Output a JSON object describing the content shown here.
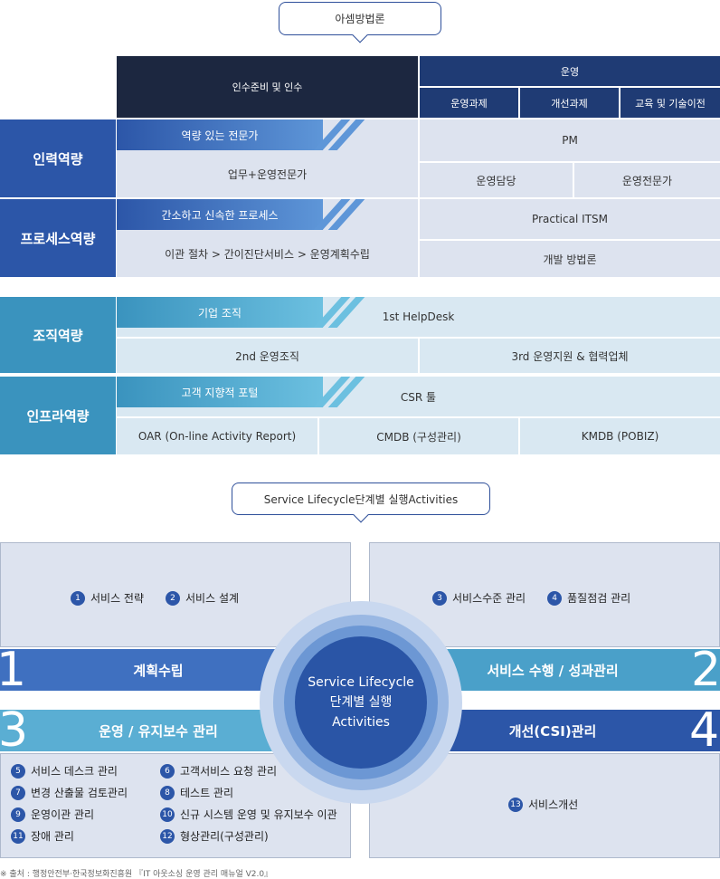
{
  "top_callout": "아셈방법론",
  "header": {
    "col1": "인수준비 및 인수",
    "col2": "운영",
    "sub": [
      "운영과제",
      "개선과제",
      "교육 및 기술이전"
    ]
  },
  "rows": {
    "r1": {
      "caption": "인력역량",
      "band": "역량 있는 전문가",
      "cell_a": "업무+운영전문가",
      "cell_b": "PM",
      "cell_c": "운영담당",
      "cell_d": "운영전문가"
    },
    "r2": {
      "caption": "프로세스역량",
      "band": "간소하고 신속한 프로세스",
      "cell_a": "이관 절차 > 간이진단서비스 > 운영계획수립",
      "cell_b": "Practical ITSM",
      "cell_c": "개발 방법론"
    },
    "r3": {
      "caption": "조직역량",
      "band": "기업 조직",
      "top_text": "1st HelpDesk",
      "cell_a": "2nd 운영조직",
      "cell_b": "3rd 운영지원 & 협력업체"
    },
    "r4": {
      "caption": "인프라역량",
      "band": "고객 지향적 포털",
      "top_text": "CSR 툴",
      "cell_a": "OAR (On-line Activity Report)",
      "cell_b": "CMDB (구성관리)",
      "cell_c": "KMDB (POBIZ)"
    }
  },
  "mid_callout": "Service Lifecycle단계별 실행Activities",
  "quadrants": {
    "q1": {
      "items": [
        {
          "n": "1",
          "label": "서비스 전략"
        },
        {
          "n": "2",
          "label": "서비스 설계"
        }
      ]
    },
    "q2": {
      "items": [
        {
          "n": "3",
          "label": "서비스수준 관리"
        },
        {
          "n": "4",
          "label": "품질점검 관리"
        }
      ]
    },
    "q3": {
      "items": [
        {
          "n": "5",
          "label": "서비스 데스크 관리"
        },
        {
          "n": "6",
          "label": "고객서비스 요청 관리"
        },
        {
          "n": "7",
          "label": "변경 산출물 검토관리"
        },
        {
          "n": "8",
          "label": "테스트 관리"
        },
        {
          "n": "9",
          "label": "운영이관 관리"
        },
        {
          "n": "10",
          "label": "신규 시스템 운영 및 유지보수 이관"
        },
        {
          "n": "11",
          "label": "장애 관리"
        },
        {
          "n": "12",
          "label": "형상관리(구성관리)"
        }
      ]
    },
    "q4": {
      "items": [
        {
          "n": "13",
          "label": "서비스개선"
        }
      ]
    }
  },
  "bars": {
    "b1": {
      "num": "1",
      "label": "계획수립"
    },
    "b2": {
      "num": "2",
      "label": "서비스 수행 / 성과관리"
    },
    "b3": {
      "num": "3",
      "label": "운영 / 유지보수 관리"
    },
    "b4": {
      "num": "4",
      "label": "개선(CSI)관리"
    }
  },
  "circle": {
    "line1": "Service Lifecycle",
    "line2": "단계별 실행",
    "line3": "Activities"
  },
  "source": "※ 출처 : 행정안전부·한국정보화진흥원 『IT 아웃소싱 운영 관리 매뉴얼 V2.0』",
  "colors": {
    "navy": "#1c2740",
    "blue": "#2c56a8",
    "teal": "#3a93be",
    "circle": "#2a55a6"
  }
}
